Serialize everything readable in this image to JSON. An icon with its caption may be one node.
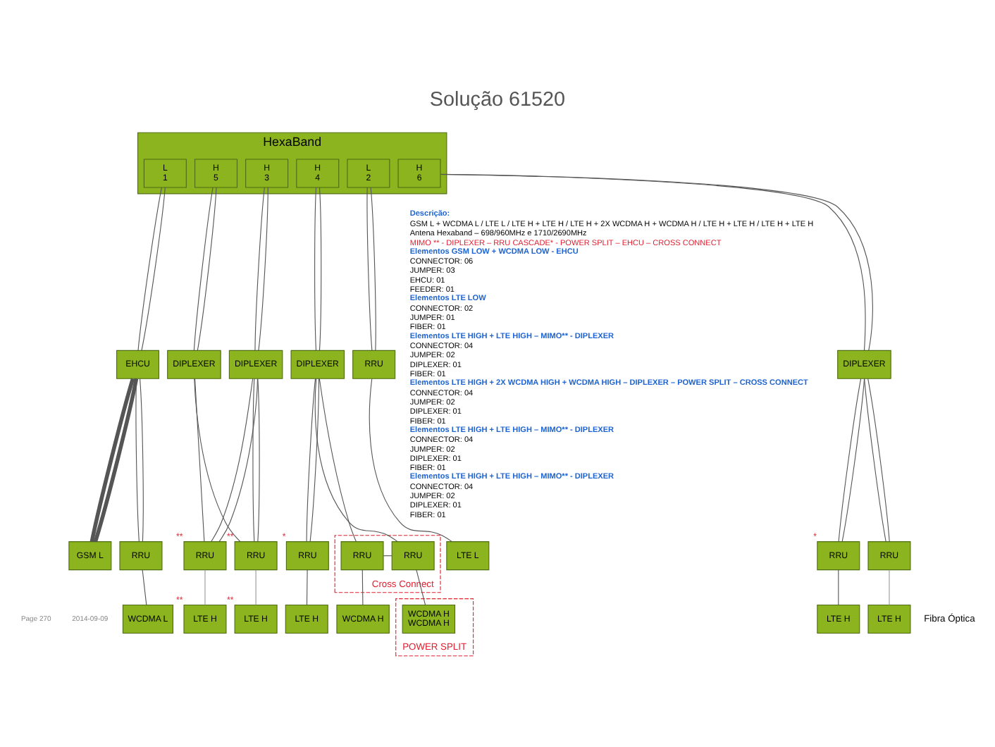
{
  "diagram": {
    "title": "Solução 61520",
    "nodes": [
      {
        "text": [
          "HexaBand"
        ]
      },
      {
        "text": [
          "L",
          "1"
        ],
        "in": 0
      },
      {
        "text": [
          "H",
          "3"
        ],
        "in": 0
      },
      {
        "text": [
          "H",
          "4"
        ],
        "in": 0
      },
      {
        "text": [
          "L",
          "2"
        ],
        "in": 0
      },
      {
        "text": [
          "H",
          "5"
        ],
        "in": 0
      },
      {
        "text": [
          "H",
          "6"
        ],
        "in": 0
      },
      {
        "text": [
          "EHCU"
        ]
      },
      {
        "text": [
          "DIPLEXER"
        ]
      },
      {
        "text": [
          "DIPLEXER"
        ]
      },
      {
        "text": [
          "RRU"
        ]
      },
      {
        "text": [
          "DIPLEXER"
        ]
      },
      {
        "text": [
          "DIPLEXER"
        ]
      },
      {
        "text": [
          "Cross Connect"
        ]
      },
      {
        "text": [
          "RRU"
        ],
        "in": 13
      },
      {
        "text": [
          "RRU"
        ],
        "in": 13
      },
      {
        "text": [
          "RRU"
        ]
      },
      {
        "text": [
          "RRU"
        ],
        "beside": [
          "**"
        ]
      },
      {
        "text": [
          "RRU"
        ],
        "beside": [
          "*"
        ]
      },
      {
        "text": [
          "RRU"
        ],
        "beside": [
          "**"
        ]
      },
      {
        "text": [
          "RRU"
        ]
      },
      {
        "text": [
          "RRU"
        ],
        "beside": [
          "*"
        ]
      },
      {
        "text": [
          "GSM L"
        ]
      },
      {
        "text": [
          "WCDMA L"
        ]
      },
      {
        "text": [
          "LTE H"
        ],
        "beside": [
          "**"
        ]
      },
      {
        "text": [
          "LTE H"
        ]
      },
      {
        "text": [
          "POWER SPLIT"
        ]
      },
      {
        "text": [
          "WCDMA H",
          "WCDMA H"
        ],
        "in": 26
      },
      {
        "text": [
          "WCDMA H"
        ]
      },
      {
        "text": [
          "LTE L"
        ]
      },
      {
        "text": [
          "LTE H"
        ],
        "beside": [
          "**"
        ]
      },
      {
        "text": [
          "LTE H"
        ]
      },
      {
        "text": [
          "LTE H"
        ]
      }
    ],
    "edges": [
      {
        "from": 1,
        "to": 7,
        "arrow": "none"
      },
      {
        "from": 1,
        "to": 7,
        "arrow": "none"
      },
      {
        "from": 2,
        "to": 8,
        "arrow": "none"
      },
      {
        "from": 2,
        "to": 8,
        "arrow": "none"
      },
      {
        "from": 3,
        "to": 9,
        "arrow": "none"
      },
      {
        "from": 3,
        "to": 9,
        "arrow": "none"
      },
      {
        "from": 4,
        "to": 10,
        "arrow": "none"
      },
      {
        "from": 4,
        "to": 10,
        "arrow": "none"
      },
      {
        "from": 5,
        "to": 11,
        "arrow": "none"
      },
      {
        "from": 5,
        "to": 11,
        "arrow": "none"
      },
      {
        "from": 6,
        "to": 12,
        "arrow": "none"
      },
      {
        "from": 6,
        "to": 12,
        "arrow": "none"
      },
      {
        "from": 7,
        "to": 22,
        "arrow": "none",
        "style": "thick"
      },
      {
        "from": 7,
        "to": 22,
        "arrow": "none",
        "style": "thick"
      },
      {
        "from": 7,
        "to": 16,
        "arrow": "none"
      },
      {
        "from": 7,
        "to": 16,
        "arrow": "none"
      },
      {
        "from": 8,
        "to": 17,
        "arrow": "none"
      },
      {
        "from": 8,
        "to": 17,
        "arrow": "none"
      },
      {
        "from": 8,
        "to": 19,
        "arrow": "none"
      },
      {
        "from": 8,
        "to": 19,
        "arrow": "none"
      },
      {
        "from": 9,
        "to": 18,
        "arrow": "none"
      },
      {
        "from": 9,
        "to": 18,
        "arrow": "none"
      },
      {
        "from": 9,
        "to": 14,
        "arrow": "none"
      },
      {
        "from": 9,
        "to": 15,
        "arrow": "none"
      },
      {
        "from": 11,
        "to": 17,
        "arrow": "none"
      },
      {
        "from": 11,
        "to": 19,
        "arrow": "none"
      },
      {
        "from": 12,
        "to": 20,
        "arrow": "none"
      },
      {
        "from": 12,
        "to": 20,
        "arrow": "none"
      },
      {
        "from": 12,
        "to": 21,
        "arrow": "none"
      },
      {
        "from": 12,
        "to": 21,
        "arrow": "none"
      },
      {
        "from": 14,
        "to": 15,
        "arrow": "none"
      },
      {
        "from": 16,
        "to": 23,
        "arrow": "none"
      },
      {
        "from": 17,
        "to": 24,
        "arrow": "none",
        "color": "#999999"
      },
      {
        "from": 18,
        "to": 25,
        "arrow": "none"
      },
      {
        "from": 14,
        "to": 27,
        "arrow": "none"
      },
      {
        "from": 15,
        "to": 28,
        "arrow": "none"
      },
      {
        "from": 10,
        "to": 29,
        "arrow": "none"
      },
      {
        "from": 19,
        "to": 30,
        "arrow": "none",
        "color": "#999999"
      },
      {
        "from": 20,
        "to": 31,
        "arrow": "none",
        "color": "#999999"
      },
      {
        "from": 21,
        "to": 32,
        "arrow": "none"
      }
    ],
    "labels": [
      "Fibra Óptica",
      "Descrição:",
      "GSM L + WCDMA L / LTE L / LTE H + LTE H / LTE H + 2X WCDMA H + WCDMA H / LTE H + LTE H / LTE H + LTE H",
      "Antena Hexaband – 698/960MHz e 1710/2690MHz",
      "MIMO ** - DIPLEXER – RRU CASCADE* - POWER SPLIT – EHCU – CROSS CONNECT",
      "Elementos GSM LOW + WCDMA LOW - EHCU",
      "CONNECTOR: 06",
      "JUMPER: 03",
      "EHCU: 01",
      "FEEDER: 01",
      "Elementos LTE LOW",
      "CONNECTOR: 02",
      "JUMPER: 01",
      "FIBER: 01",
      "Elementos LTE HIGH + LTE HIGH – MIMO** - DIPLEXER",
      "CONNECTOR: 04",
      "JUMPER: 02",
      "DIPLEXER: 01",
      "FIBER: 01",
      "Elementos LTE HIGH + 2X WCDMA HIGH + WCDMA HIGH – DIPLEXER – POWER SPLIT – CROSS CONNECT",
      "CONNECTOR: 04",
      "JUMPER: 02",
      "DIPLEXER: 01",
      "FIBER: 01",
      "Elementos LTE HIGH + LTE HIGH – MIMO** - DIPLEXER",
      "CONNECTOR: 04",
      "JUMPER: 02",
      "DIPLEXER: 01",
      "FIBER: 01",
      "Elementos LTE HIGH + LTE HIGH – MIMO** - DIPLEXER",
      "CONNECTOR: 04",
      "JUMPER: 02",
      "DIPLEXER: 01",
      "FIBER: 01",
      "2014-09-09",
      "Page 270"
    ]
  }
}
